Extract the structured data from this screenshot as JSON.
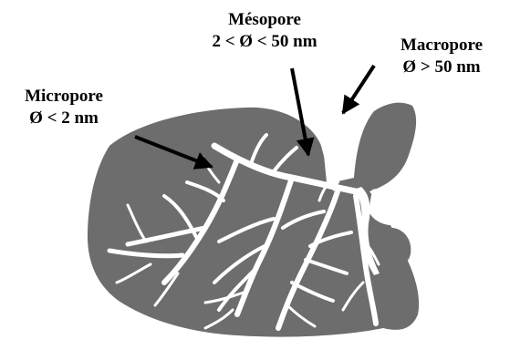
{
  "labels": {
    "mesopore": {
      "name": "Mésopore",
      "size": "2 < Ø < 50 nm"
    },
    "macropore": {
      "name": "Macropore",
      "size": "Ø > 50 nm"
    },
    "micropore": {
      "name": "Micropore",
      "size": "Ø < 2 nm"
    }
  },
  "colors": {
    "particle": "#6d6d6d",
    "pores": "#ffffff",
    "text": "#000000",
    "arrows": "#000000"
  }
}
